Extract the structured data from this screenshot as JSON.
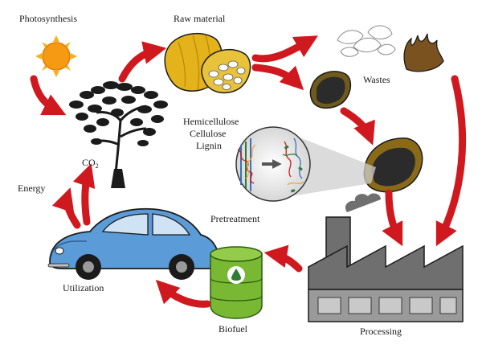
{
  "labels": {
    "photosynthesis": "Photosynthesis",
    "raw_material": "Raw material",
    "wastes": "Wastes",
    "hemicellulose": "Hemicellulose",
    "cellulose": "Cellulose",
    "lignin": "Lignin",
    "co2_main": "CO",
    "co2_sub": "2",
    "energy": "Energy",
    "pretreatment": "Pretreatment",
    "utilization": "Utilization",
    "biofuel": "Biofuel",
    "processing": "Processing"
  },
  "colors": {
    "arrow": "#d0191e",
    "sun": "#f7b21b",
    "sun_core": "#f59a12",
    "tree": "#1b1b1b",
    "pod": "#e4b21a",
    "pod_dark": "#8a5a10",
    "car": "#5a9bd8",
    "car_dark": "#2f5f93",
    "barrel": "#79b832",
    "factory": "#6f6f6f",
    "factory_light": "#9a9a9a"
  },
  "icons": [
    "sun-icon",
    "tree-icon",
    "cacao-pod-icon",
    "cacao-husk-icon",
    "waste-pile-icon",
    "lignocellulose-structure-icon",
    "car-icon",
    "fuel-barrel-icon",
    "factory-icon"
  ]
}
